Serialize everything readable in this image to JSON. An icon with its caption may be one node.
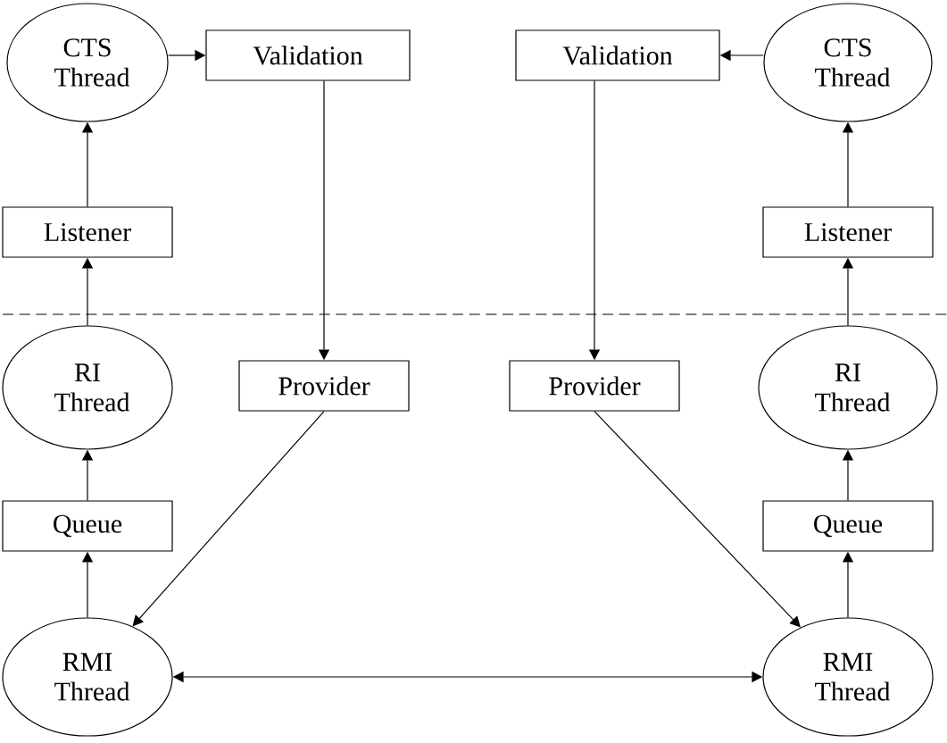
{
  "diagram": {
    "nodes": [
      {
        "text": [
          "CTS Thread"
        ]
      },
      {
        "text": [
          "Validation"
        ]
      },
      {
        "text": [
          "Validation"
        ]
      },
      {
        "text": [
          "CTS Thread"
        ]
      },
      {
        "text": [
          "Listener"
        ]
      },
      {
        "text": [
          "Listener"
        ]
      },
      {
        "text": [
          "RI Thread"
        ]
      },
      {
        "text": [
          "Provider"
        ]
      },
      {
        "text": [
          "Provider"
        ]
      },
      {
        "text": [
          "RI Thread"
        ]
      },
      {
        "text": [
          "Queue"
        ]
      },
      {
        "text": [
          "Queue"
        ]
      },
      {
        "text": [
          "RMI Thread"
        ]
      },
      {
        "text": [
          "RMI Thread"
        ]
      }
    ],
    "edges": [
      {
        "from": 0,
        "to": 1,
        "arrow": "to"
      },
      {
        "from": 3,
        "to": 2,
        "arrow": "to"
      },
      {
        "from": 4,
        "to": 0,
        "arrow": "to"
      },
      {
        "from": 5,
        "to": 3,
        "arrow": "to"
      },
      {
        "from": 1,
        "to": 7,
        "arrow": "to"
      },
      {
        "from": 2,
        "to": 8,
        "arrow": "to"
      },
      {
        "from": 6,
        "to": 4,
        "arrow": "to"
      },
      {
        "from": 9,
        "to": 5,
        "arrow": "to"
      },
      {
        "from": 10,
        "to": 6,
        "arrow": "to"
      },
      {
        "from": 11,
        "to": 9,
        "arrow": "to"
      },
      {
        "from": 7,
        "to": 12,
        "arrow": "to"
      },
      {
        "from": 8,
        "to": 13,
        "arrow": "to"
      },
      {
        "from": 12,
        "to": 10,
        "arrow": "to"
      },
      {
        "from": 13,
        "to": 11,
        "arrow": "to"
      },
      {
        "from": 12,
        "to": 13,
        "arrow": "both"
      }
    ]
  }
}
